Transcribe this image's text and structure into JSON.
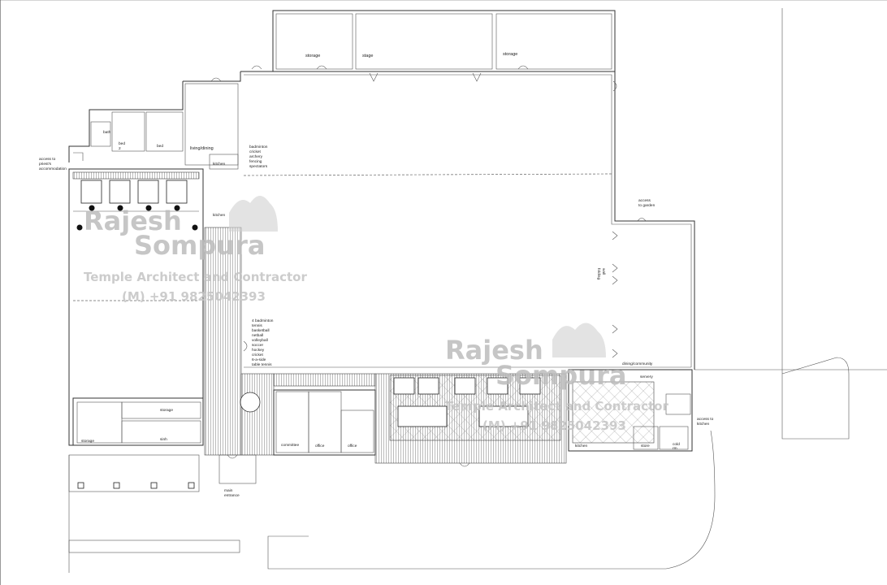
{
  "watermark": {
    "name_line1": "Rajesh",
    "name_line2": "Sompura",
    "tagline": "Temple Architect and Contractor",
    "phone": "(M) +91 9825042393"
  },
  "rooms": {
    "storage_left": "storage",
    "stage": "stage",
    "storage_right": "storage",
    "bath": "bath",
    "bed_1": "bed",
    "bed_1_num": "2",
    "bed_2": "bed",
    "living_dining": "living/dining",
    "kitchen_upper": "kitchen",
    "kitchen_mid": "kitchen",
    "access_priest_1": "access to",
    "access_priest_2": "priest's",
    "access_priest_3": "accommodation",
    "hall_sports_1": "badminton",
    "hall_sports_2": "cricket",
    "hall_sports_3": "archery",
    "hall_sports_4": "fencing",
    "hall_sports_5": "spectators",
    "access_garden_1": "access",
    "access_garden_2": "to garden",
    "court_sports_1": "4 badminton",
    "court_sports_2": "tennis",
    "court_sports_3": "basketball",
    "court_sports_4": "netball",
    "court_sports_5": "volleyball",
    "court_sports_6": "soccer",
    "court_sports_7": "hockey",
    "court_sports_8": "cricket",
    "court_sports_9": "6-a-side",
    "court_sports_10": "table tennis",
    "folding_wall_1": "folding",
    "folding_wall_2": "wall",
    "dining_community": "dining/community",
    "servery": "servery",
    "access_kitchen_1": "access to",
    "access_kitchen_2": "kitchen",
    "committee": "committee",
    "office_1": "office",
    "office_2": "office",
    "kitchen_lower": "kitchen",
    "store": "store",
    "cold_1": "cold",
    "cold_2": "rm",
    "storage_bl": "storage",
    "storage_bm": "storage",
    "sinh": "sinh",
    "main_entrance_1": "main",
    "main_entrance_2": "entrance"
  },
  "colors": {
    "line": "#333333",
    "watermark": "#bdbdbd",
    "background": "#ffffff"
  }
}
